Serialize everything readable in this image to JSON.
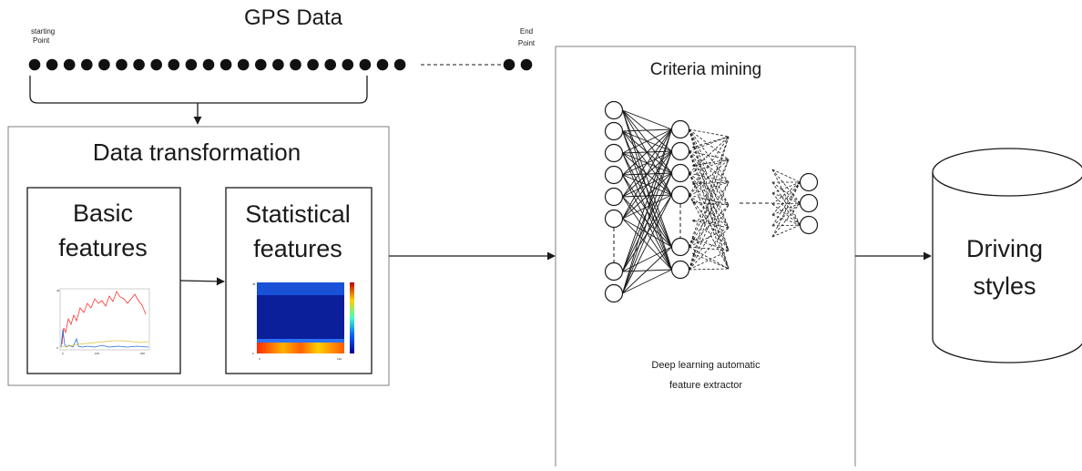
{
  "gps": {
    "title": "GPS Data",
    "start_label_line1": "starting",
    "start_label_line2": "Point",
    "end_label_line1": "End",
    "end_label_line2": "Point"
  },
  "transformation": {
    "title": "Data transformation",
    "basic_line1": "Basic",
    "basic_line2": "features",
    "stat_line1": "Statistical",
    "stat_line2": "features"
  },
  "mining": {
    "title": "Criteria mining",
    "caption_line1": "Deep learning automatic",
    "caption_line2": "feature extractor"
  },
  "output": {
    "line1": "Driving",
    "line2": "styles"
  },
  "colors": {
    "stroke": "#1a1a1a",
    "box_border": "#7f7f7f",
    "plot_red": "#ff3333",
    "plot_blue": "#2a6fd6",
    "plot_yellow": "#d9c23a",
    "heat_low": "#1030c0",
    "heat_high": "#ff2000"
  }
}
